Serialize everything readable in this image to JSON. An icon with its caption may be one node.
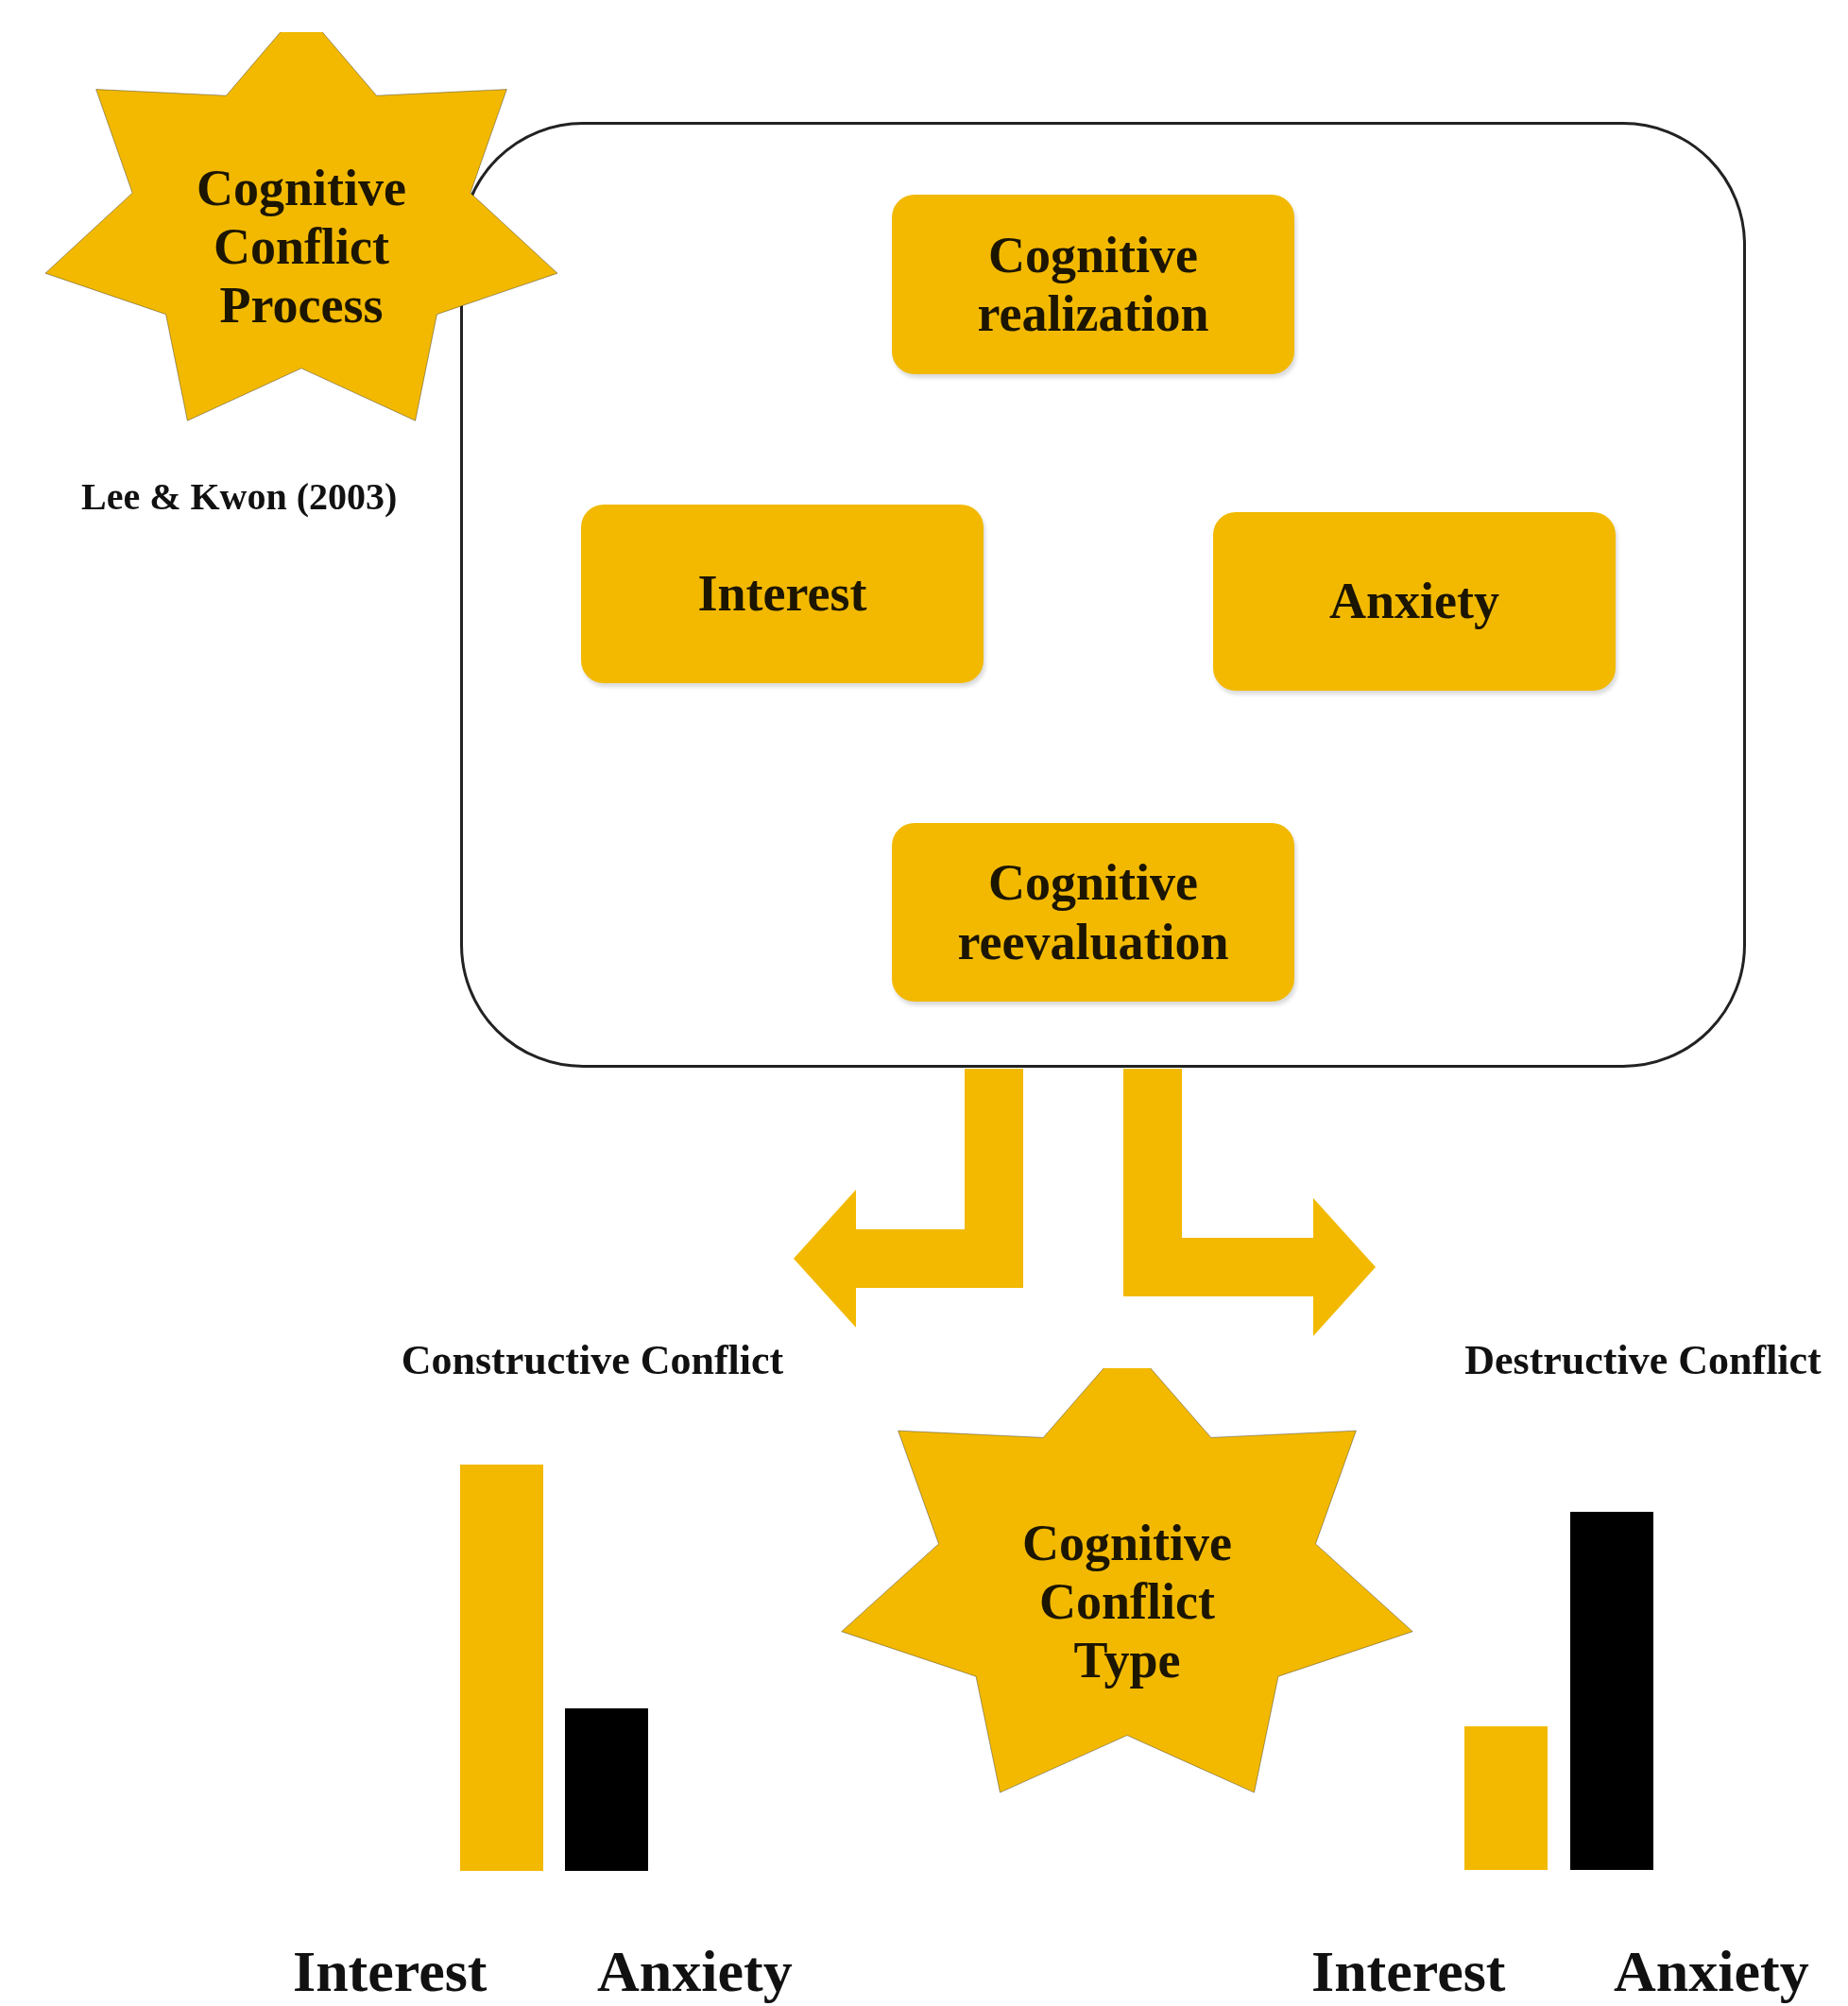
{
  "diagram": {
    "nodes": [
      {
        "text": [
          "Cognitive Conflict Process"
        ],
        "beside": [
          "Lee & Kwon (2003)"
        ]
      },
      {
        "text": [],
        "shape": "box"
      },
      {
        "text": [
          "Cognitive realization"
        ],
        "in": 1
      },
      {
        "text": [
          "Interest"
        ],
        "in": 1
      },
      {
        "text": [
          "Anxiety"
        ],
        "in": 1
      },
      {
        "text": [
          "Cognitive reevaluation"
        ],
        "in": 1
      },
      {
        "text": [
          "Cognitive Conflict Type"
        ]
      },
      {
        "text": [
          "Constructive Conflict"
        ]
      },
      {
        "text": [
          "Destructive Conflict"
        ]
      }
    ],
    "edges": [
      {
        "from": 1,
        "to": 7,
        "arrow": "to"
      },
      {
        "from": 1,
        "to": 8,
        "arrow": "to"
      }
    ],
    "labels": [
      "Interest",
      "Anxiety",
      "Interest",
      "Anxiety"
    ]
  }
}
